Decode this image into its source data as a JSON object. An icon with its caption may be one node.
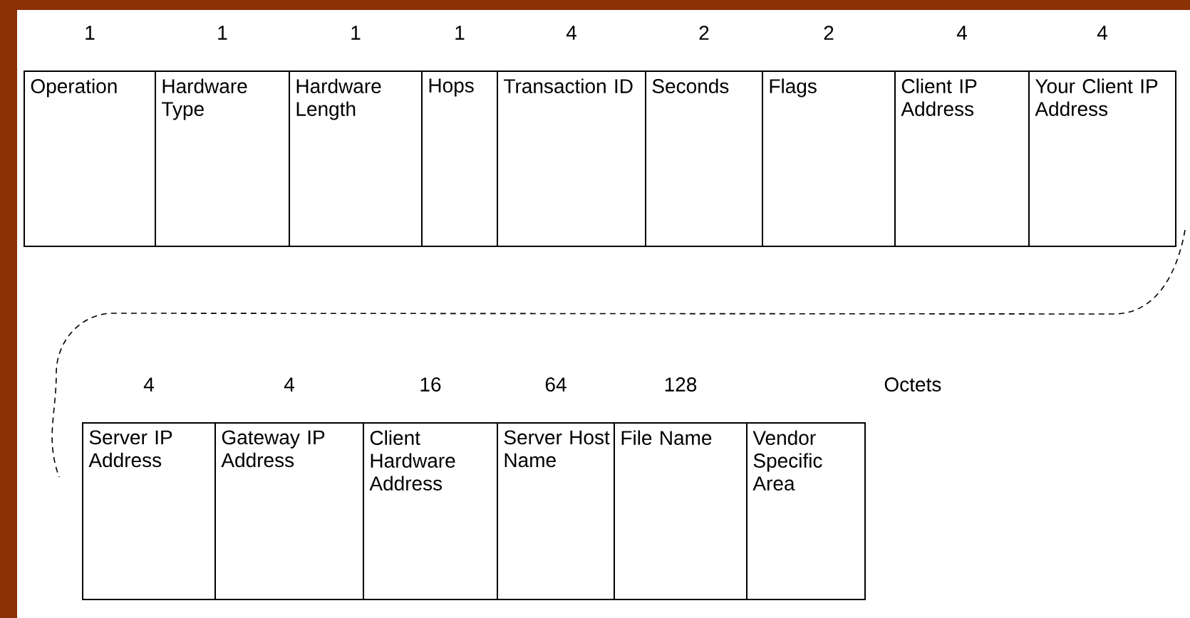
{
  "diagram": {
    "nodes": [
      {
        "text": [
          "Operation"
        ],
        "beside": [
          "1"
        ]
      },
      {
        "text": [
          "Hardware Type"
        ],
        "beside": [
          "1"
        ]
      },
      {
        "text": [
          "Hardware Length"
        ],
        "beside": [
          "1"
        ]
      },
      {
        "text": [
          "Hops"
        ],
        "beside": [
          "1"
        ]
      },
      {
        "text": [
          "Transaction ID"
        ],
        "beside": [
          "4"
        ]
      },
      {
        "text": [
          "Seconds"
        ],
        "beside": [
          "2"
        ]
      },
      {
        "text": [
          "Flags"
        ],
        "beside": [
          "2"
        ]
      },
      {
        "text": [
          "Client IP Address"
        ],
        "beside": [
          "4"
        ]
      },
      {
        "text": [
          "Your Client IP Address"
        ],
        "beside": [
          "4"
        ]
      },
      {
        "text": [
          "Server IP Address"
        ],
        "beside": [
          "4"
        ]
      },
      {
        "text": [
          "Gateway IP Address"
        ],
        "beside": [
          "4"
        ]
      },
      {
        "text": [
          "Client Hardware Address"
        ],
        "beside": [
          "16"
        ]
      },
      {
        "text": [
          "Server Host Name"
        ],
        "beside": [
          "64"
        ]
      },
      {
        "text": [
          "File Name"
        ],
        "beside": [
          "128"
        ]
      },
      {
        "text": [
          "Vendor Specific Area"
        ]
      }
    ],
    "edges": [
      {
        "from": 8,
        "to": 9,
        "arrow": "none",
        "style": "dashed"
      }
    ],
    "labels": [
      "Octets"
    ]
  }
}
